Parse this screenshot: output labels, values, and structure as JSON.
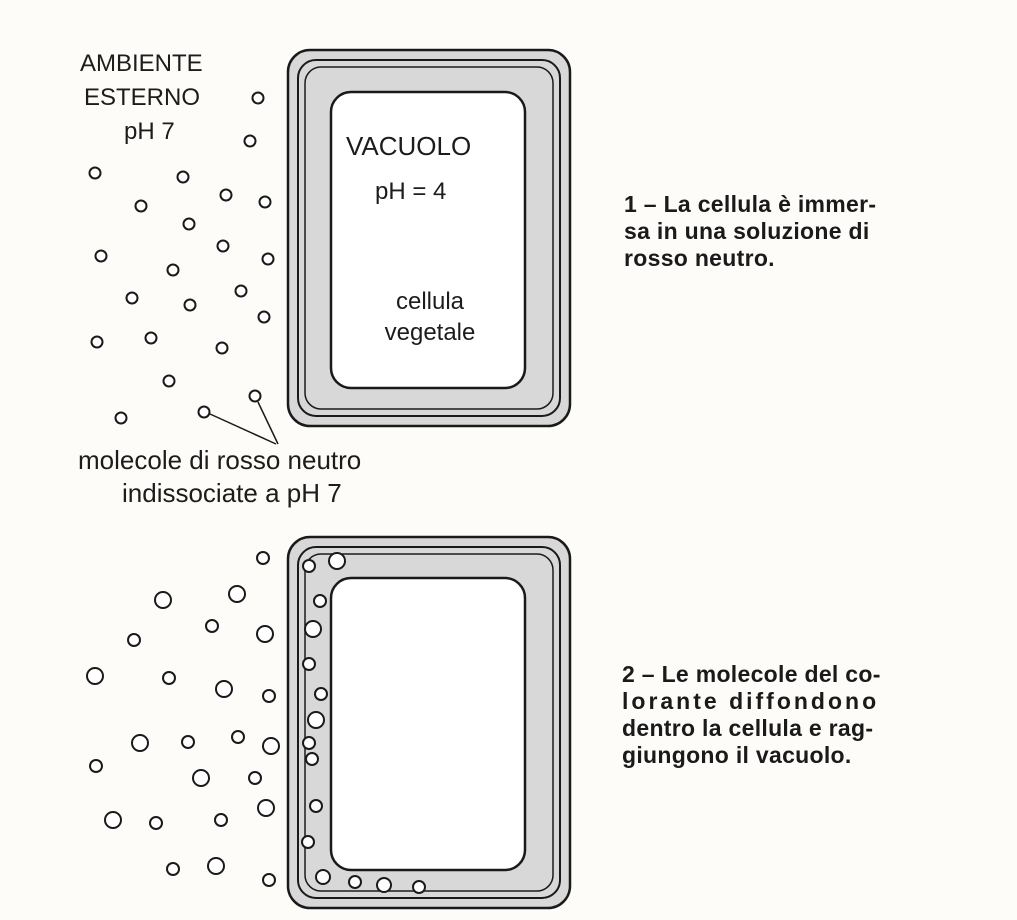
{
  "panel_1": {
    "environment_label": [
      "AMBIENTE",
      "ESTERNO",
      "pH 7"
    ],
    "vacuole_label": "VACUOLO",
    "vacuole_ph": "pH = 4",
    "cell_label": [
      "cellula",
      "vegetale"
    ],
    "molecule_label": [
      "molecole di rosso neutro",
      "indissociate a pH 7"
    ],
    "caption": [
      "1 – La cellula è immer-",
      "sa in una soluzione di",
      "rosso neutro."
    ]
  },
  "panel_2": {
    "caption": [
      "2 – Le molecole del co-",
      "lorante diffondono",
      "dentro la cellula e rag-",
      "giungono il vacuolo."
    ]
  },
  "colors": {
    "cytoplasm_fill": "#d8d8d8",
    "outline": "#1a1a1a",
    "vacuole_fill": "#ffffff",
    "background": "#fdfcf9"
  }
}
